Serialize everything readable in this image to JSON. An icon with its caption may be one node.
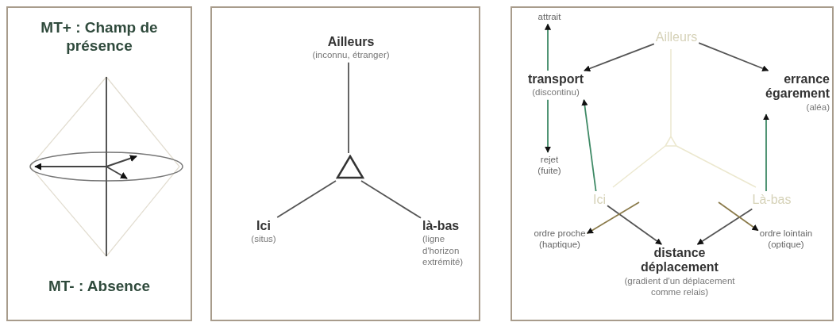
{
  "diagram": {
    "nodes": [
      {
        "text": [
          "MT+ : Champ de présence",
          "MT- : Absence"
        ]
      },
      {
        "text": [],
        "shape": "box"
      },
      {
        "text": [
          "Ailleurs",
          "(inconnu, étranger)"
        ],
        "in": 1
      },
      {
        "text": [],
        "shape": "triangle",
        "in": 1
      },
      {
        "text": [
          "Ici",
          "(situs)"
        ],
        "in": 1
      },
      {
        "text": [
          "là-bas",
          "(ligne d'horizon extrémité)"
        ],
        "in": 1
      },
      {
        "text": [],
        "shape": "box"
      },
      {
        "text": [
          "attrait"
        ],
        "in": 6
      },
      {
        "text": [
          "Ailleurs"
        ],
        "in": 6
      },
      {
        "text": [
          "transport",
          "(discontinu)"
        ],
        "in": 6
      },
      {
        "text": [
          "errance égarement",
          "(aléa)"
        ],
        "in": 6
      },
      {
        "text": [
          "rejet (fuite)"
        ],
        "in": 6
      },
      {
        "text": [
          "Ici"
        ],
        "in": 6
      },
      {
        "text": [
          "Là-bas"
        ],
        "in": 6
      },
      {
        "text": [
          "ordre proche",
          "(haptique)"
        ],
        "in": 6
      },
      {
        "text": [
          "ordre lointain",
          "(optique)"
        ],
        "in": 6
      },
      {
        "text": [
          "distance déplacement",
          "(gradient d'un déplacement comme relais)"
        ],
        "in": 6
      }
    ],
    "edges": [
      {
        "from": 3,
        "to": 2,
        "arrow": "none"
      },
      {
        "from": 3,
        "to": 4,
        "arrow": "none"
      },
      {
        "from": 3,
        "to": 5,
        "arrow": "none"
      },
      {
        "from": 8,
        "to": 9,
        "arrow": "to"
      },
      {
        "from": 8,
        "to": 10,
        "arrow": "to"
      },
      {
        "from": 9,
        "to": 7,
        "arrow": "to",
        "color": "#3f8a66"
      },
      {
        "from": 9,
        "to": 11,
        "arrow": "to",
        "color": "#3f8a66"
      },
      {
        "from": 12,
        "to": 9,
        "arrow": "to",
        "color": "#3f8a66"
      },
      {
        "from": 13,
        "to": 10,
        "arrow": "to",
        "color": "#3f8a66"
      },
      {
        "from": 12,
        "to": 16,
        "arrow": "to"
      },
      {
        "from": 13,
        "to": 16,
        "arrow": "to"
      },
      {
        "from": null,
        "to": 14,
        "arrow": "to",
        "color": "#8a7a4a"
      },
      {
        "from": null,
        "to": 15,
        "arrow": "to",
        "color": "#8a7a4a"
      }
    ]
  }
}
